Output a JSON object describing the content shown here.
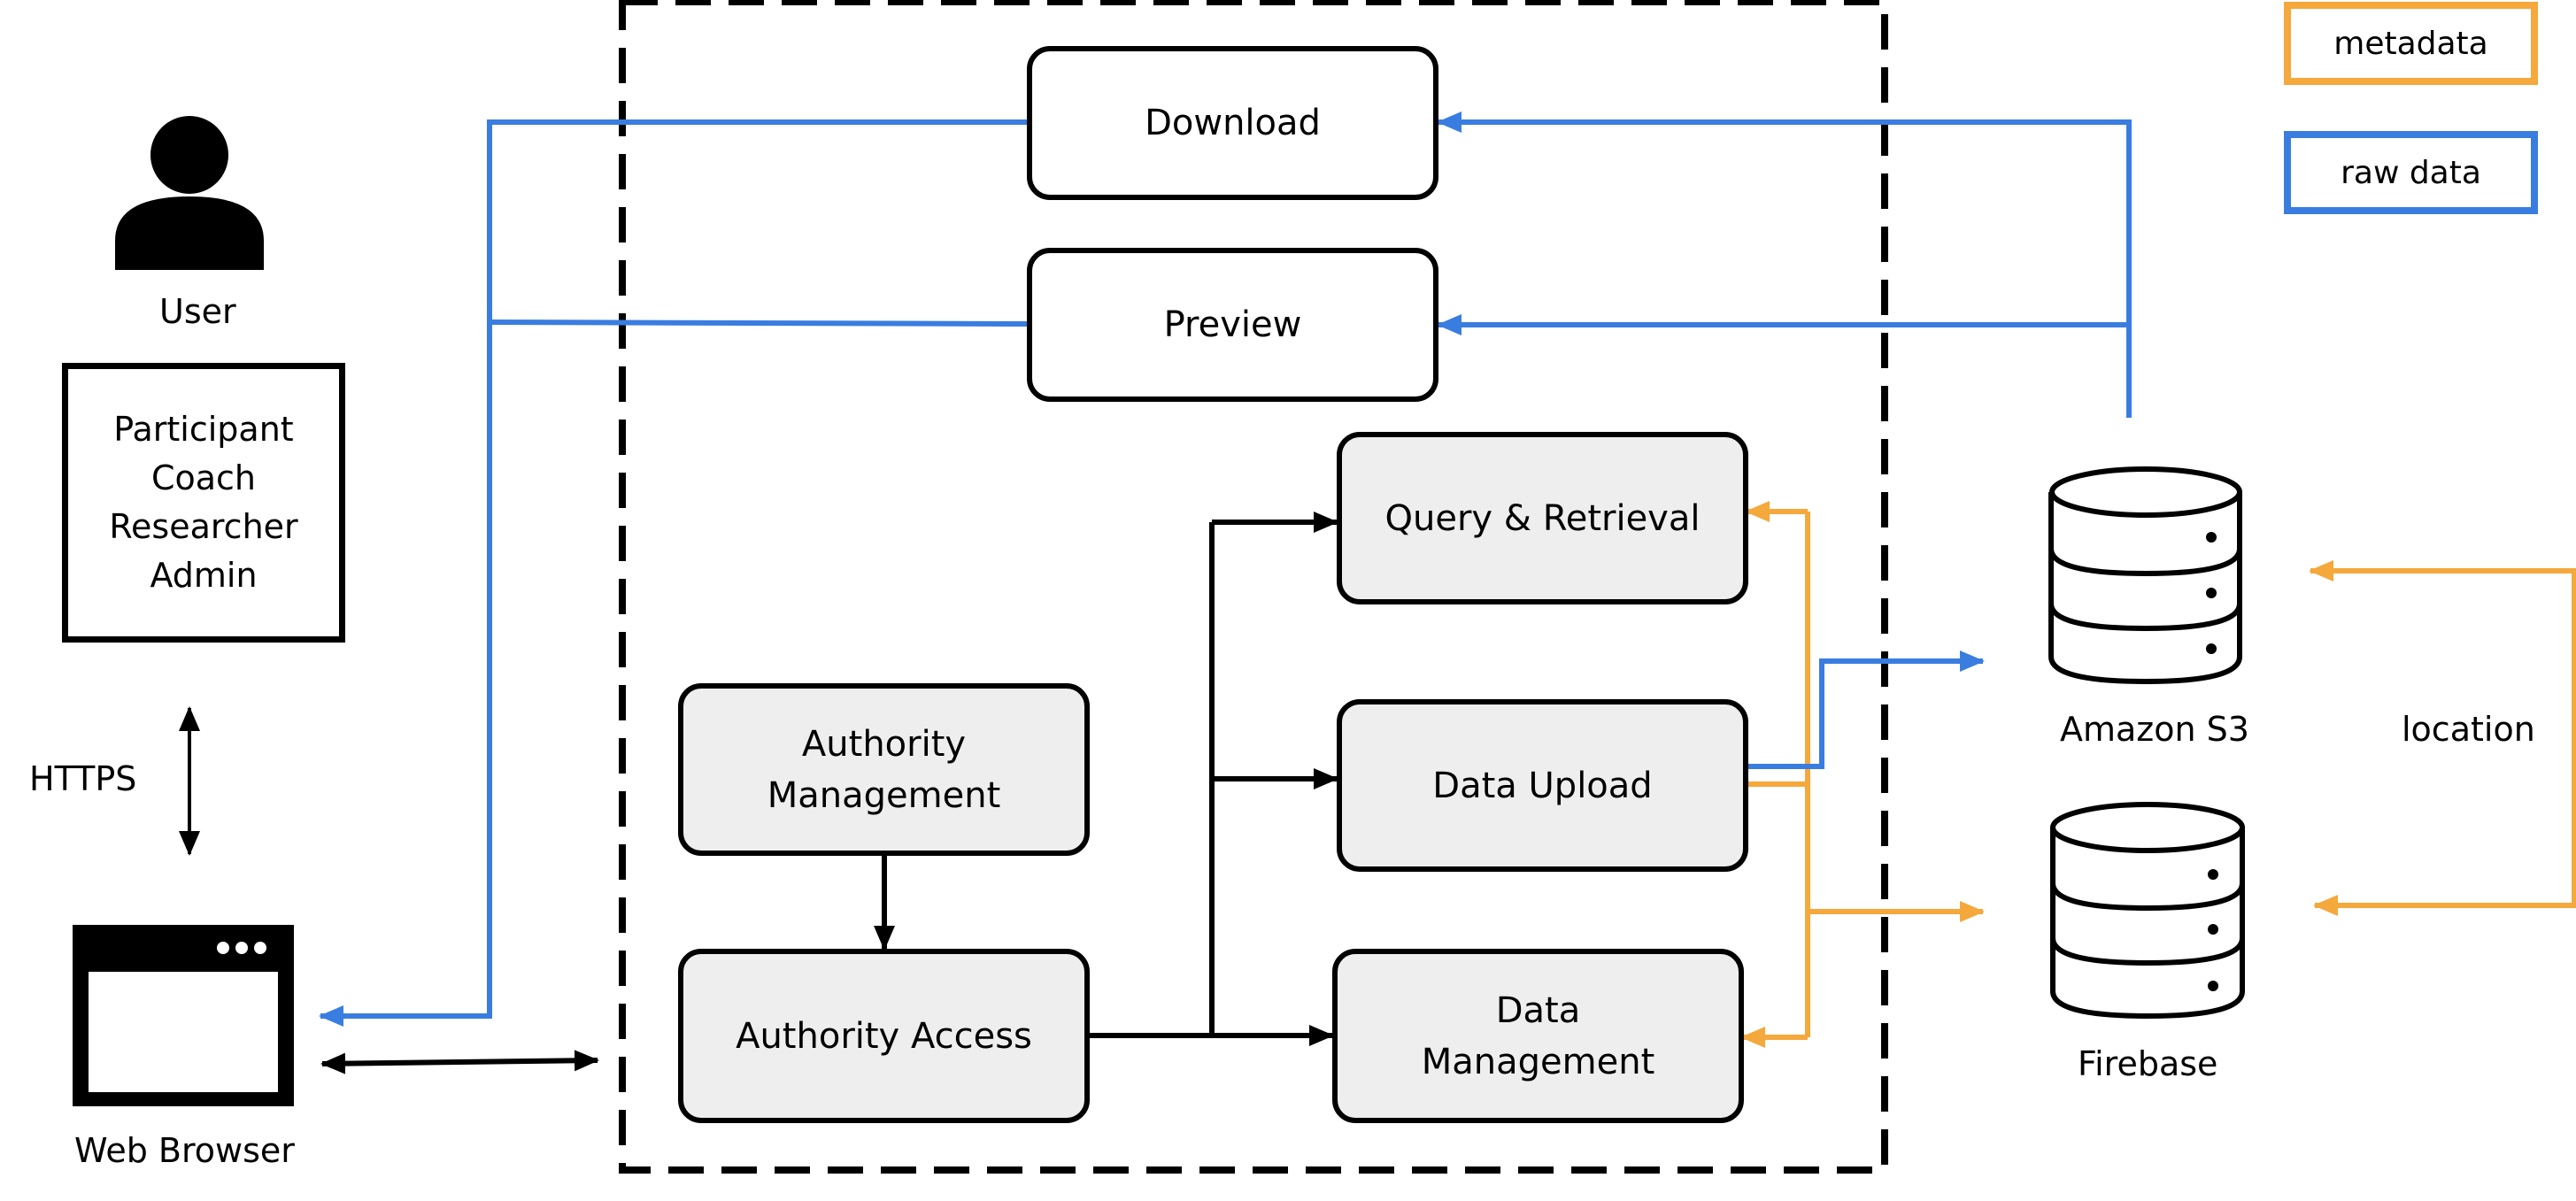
{
  "user": {
    "label": "User"
  },
  "roles": [
    "Participant",
    "Coach",
    "Researcher",
    "Admin"
  ],
  "protocol_label": "HTTPS",
  "browser": {
    "label": "Web Browser"
  },
  "modules": {
    "download": "Download",
    "preview": "Preview",
    "query": "Query & Retrieval",
    "upload": "Data Upload",
    "data_management": [
      "Data",
      "Management"
    ],
    "authority_management": [
      "Authority",
      "Management"
    ],
    "authority_access": "Authority Access"
  },
  "storage": {
    "s3": "Amazon S3",
    "firebase": "Firebase",
    "link_label": "location"
  },
  "legend": {
    "metadata": {
      "label": "metadata",
      "color": "#f5a83b"
    },
    "raw": {
      "label": "raw data",
      "color": "#3a7de0"
    }
  },
  "colors": {
    "black": "#000000",
    "box_fill": "#eeeeee"
  }
}
